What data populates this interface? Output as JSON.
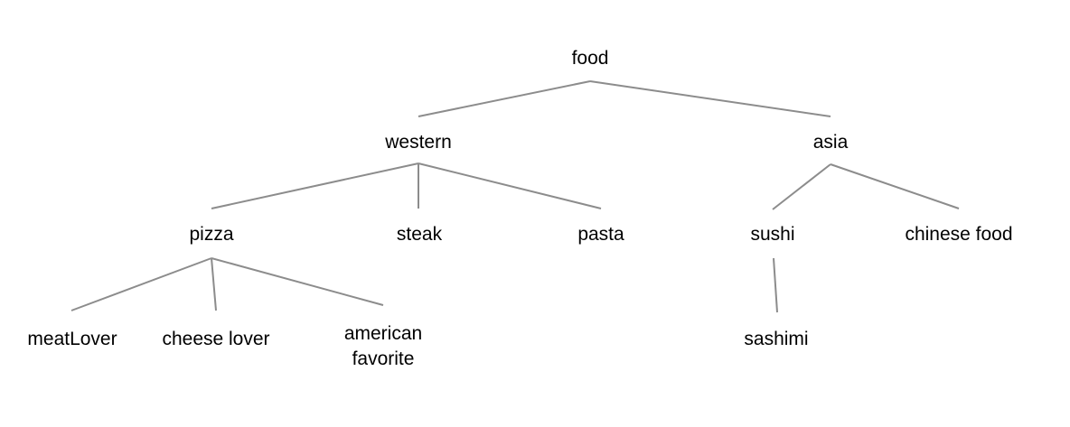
{
  "diagram": {
    "type": "tree",
    "edge_color": "#8c8c8c",
    "text_color": "#000000",
    "background": "#ffffff",
    "nodes": [
      {
        "id": "food",
        "label": "food"
      },
      {
        "id": "western",
        "label": "western"
      },
      {
        "id": "asia",
        "label": "asia"
      },
      {
        "id": "pizza",
        "label": "pizza"
      },
      {
        "id": "steak",
        "label": "steak"
      },
      {
        "id": "pasta",
        "label": "pasta"
      },
      {
        "id": "sushi",
        "label": "sushi"
      },
      {
        "id": "chinese-food",
        "label": "chinese food"
      },
      {
        "id": "meat-lover",
        "label": "meatLover"
      },
      {
        "id": "cheese-lover",
        "label": "cheese lover"
      },
      {
        "id": "american-favorite",
        "label": "american\nfavorite"
      },
      {
        "id": "sashimi",
        "label": "sashimi"
      }
    ],
    "edges": [
      {
        "from": "food",
        "to": "western"
      },
      {
        "from": "food",
        "to": "asia"
      },
      {
        "from": "western",
        "to": "pizza"
      },
      {
        "from": "western",
        "to": "steak"
      },
      {
        "from": "western",
        "to": "pasta"
      },
      {
        "from": "asia",
        "to": "sushi"
      },
      {
        "from": "asia",
        "to": "chinese-food"
      },
      {
        "from": "pizza",
        "to": "meat-lover"
      },
      {
        "from": "pizza",
        "to": "cheese-lover"
      },
      {
        "from": "pizza",
        "to": "american-favorite"
      },
      {
        "from": "sushi",
        "to": "sashimi"
      }
    ]
  }
}
